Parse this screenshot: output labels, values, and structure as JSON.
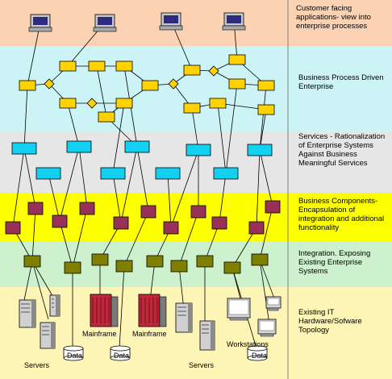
{
  "layers": [
    {
      "id": "customer",
      "label": "Customer facing applications- view into enterprise processes",
      "color": "#fcd2b4"
    },
    {
      "id": "process",
      "label": "Business Process Driven Enterprise",
      "color": "#ccf3f5"
    },
    {
      "id": "services",
      "label": "Services - Rationalization of Enterprise Systems Against Business Meaningful Services",
      "color": "#e6e6e6"
    },
    {
      "id": "components",
      "label": "Business Components- Encapsulation of integration and additional functionality",
      "color": "#fdff00"
    },
    {
      "id": "integration",
      "label": "Integration. Exposing Existing Enterprise Systems",
      "color": "#ccf1cc"
    },
    {
      "id": "it",
      "label": "Existing IT Hardware/Sofware Topology",
      "color": "#fdf5b5"
    }
  ],
  "labels": {
    "servers_left": "Servers",
    "servers_right": "Servers",
    "mainframe_1": "Mainframe",
    "mainframe_2": "Mainframe",
    "workstations": "Workstations",
    "data": "Data"
  },
  "colors": {
    "process_node": "#ffd200",
    "service_node": "#11d0f0",
    "component_node": "#98305a",
    "integration_node": "#808000",
    "line": "#000000",
    "divider": "#808080"
  }
}
